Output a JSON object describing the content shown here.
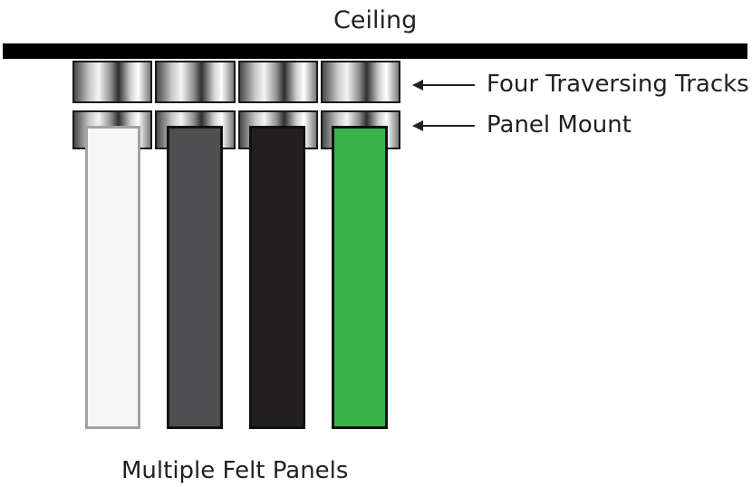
{
  "labels": {
    "ceiling": "Ceiling",
    "tracks": "Four Traversing Tracks",
    "mount": "Panel Mount",
    "panels": "Multiple Felt Panels"
  },
  "colors": {
    "ceiling": "#000000",
    "panels": [
      "#f7f7f7",
      "#4f4f51",
      "#231f20",
      "#37b34a"
    ],
    "panel_borders": [
      "#9aa4aa",
      "#111111",
      "#111111",
      "#111111"
    ]
  },
  "icons": [
    "left-arrow-icon",
    "left-arrow-icon"
  ]
}
